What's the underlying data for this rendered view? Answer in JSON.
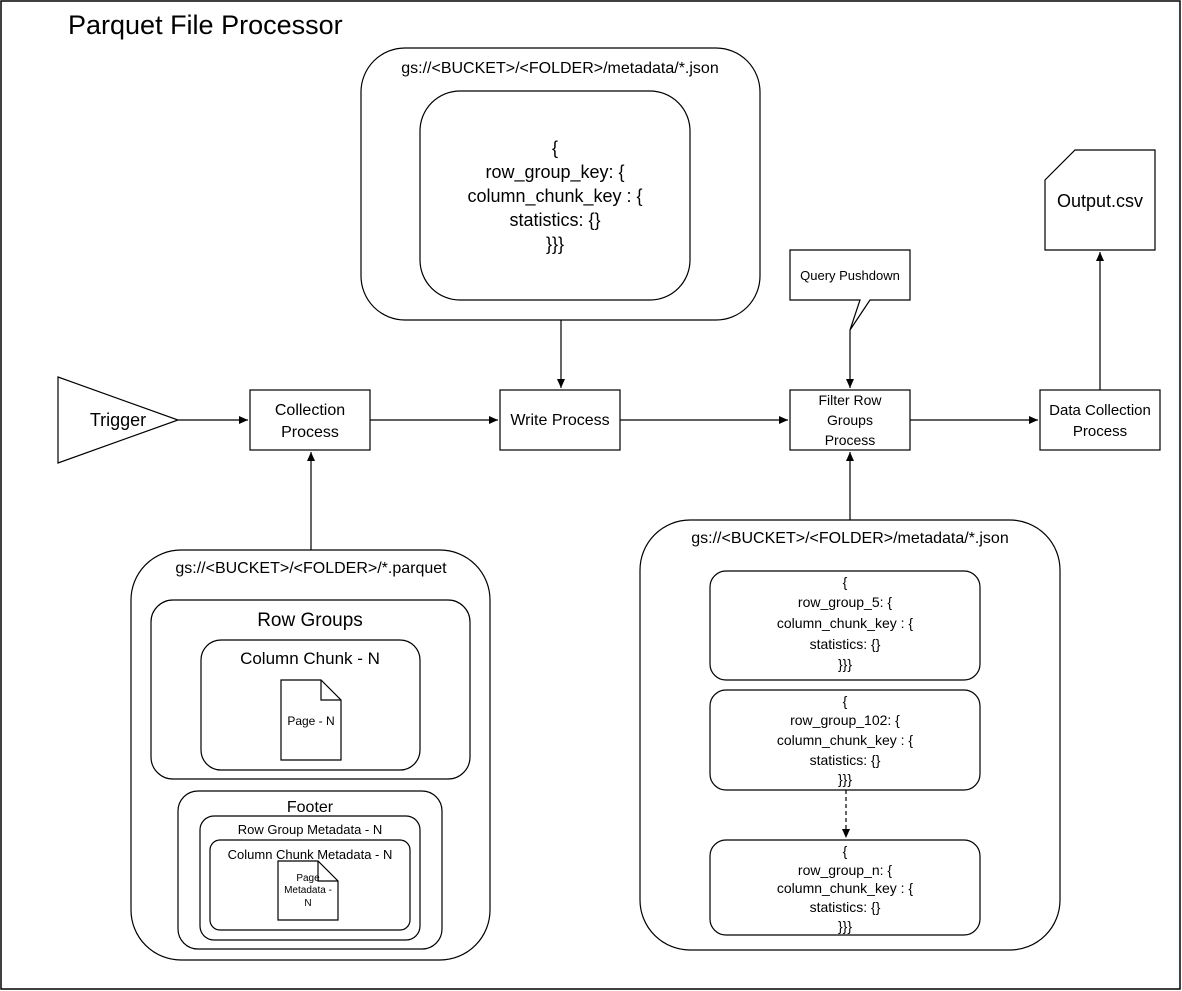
{
  "title": "Parquet File Processor",
  "trigger": {
    "label": "Trigger"
  },
  "collection_process": {
    "line1": "Collection",
    "line2": "Process"
  },
  "write_process": {
    "label": "Write Process"
  },
  "filter_process": {
    "line1": "Filter Row",
    "line2": "Groups",
    "line3": "Process"
  },
  "data_collection": {
    "line1": "Data Collection",
    "line2": "Process"
  },
  "query_pushdown": {
    "label": "Query Pushdown"
  },
  "output_file": {
    "label": "Output.csv"
  },
  "metadata_top": {
    "path": "gs://<BUCKET>/<FOLDER>/metadata/*.json",
    "json_lines": [
      "{",
      "row_group_key: {",
      "column_chunk_key : {",
      "statistics: {}",
      "}}}"
    ]
  },
  "parquet_source": {
    "path": "gs://<BUCKET>/<FOLDER>/*.parquet",
    "row_groups_label": "Row Groups",
    "column_chunk_label": "Column Chunk - N",
    "page_label": "Page - N",
    "footer_label": "Footer",
    "row_group_metadata_label": "Row Group Metadata - N",
    "column_chunk_metadata_label": "Column Chunk Metadata - N",
    "page_metadata_lines": [
      "Page",
      "Metadata -",
      "N"
    ]
  },
  "metadata_bottom": {
    "path": "gs://<BUCKET>/<FOLDER>/metadata/*.json",
    "entries": [
      {
        "lines": [
          "{",
          "row_group_5: {",
          "column_chunk_key : {",
          "statistics: {}",
          "}}}"
        ]
      },
      {
        "lines": [
          "{",
          "row_group_102: {",
          "column_chunk_key : {",
          "statistics: {}",
          "}}}"
        ]
      },
      {
        "lines": [
          "{",
          "row_group_n: {",
          "column_chunk_key : {",
          "statistics: {}",
          "}}}"
        ]
      }
    ]
  }
}
